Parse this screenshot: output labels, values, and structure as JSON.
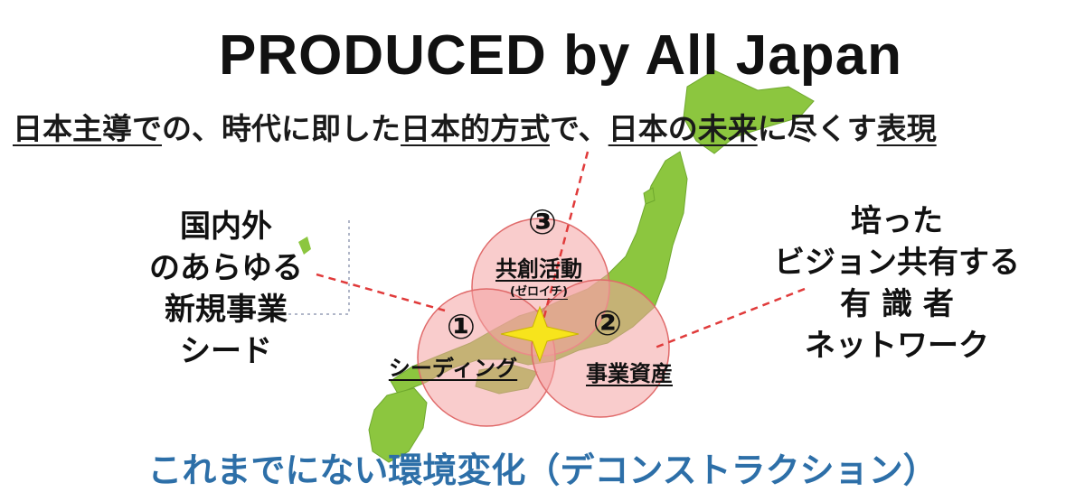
{
  "title": "PRODUCED by All Japan",
  "subtitle": {
    "parts": [
      {
        "text": "日本主導で",
        "underline": true
      },
      {
        "text": "の、時代に即した",
        "underline": false
      },
      {
        "text": "日本的方式",
        "underline": true
      },
      {
        "text": "で、",
        "underline": false
      },
      {
        "text": "日本の未来",
        "underline": true
      },
      {
        "text": "に尽くす",
        "underline": false
      },
      {
        "text": "表現",
        "underline": true
      }
    ]
  },
  "left_block": [
    "国内外",
    "のあらゆる",
    "新規事業",
    "シード"
  ],
  "right_block": [
    "培った",
    "ビジョン共有する",
    "有 識 者",
    "ネットワーク"
  ],
  "circles": [
    {
      "number": "①",
      "label": "シーディング"
    },
    {
      "number": "②",
      "label": "事業資産"
    },
    {
      "number": "③",
      "label": "共創活動",
      "sublabel": "(ゼロイチ)"
    }
  ],
  "bottom_text": "これまでにない環境変化（デコンストラクション）",
  "colors": {
    "map_green": "#8cc63f",
    "circle_fill": "#f4a3a3",
    "circle_stroke": "#e06a6a",
    "connector": "#e03a3a",
    "star": "#f7e41c",
    "bottom_text": "#2d6fa8"
  }
}
